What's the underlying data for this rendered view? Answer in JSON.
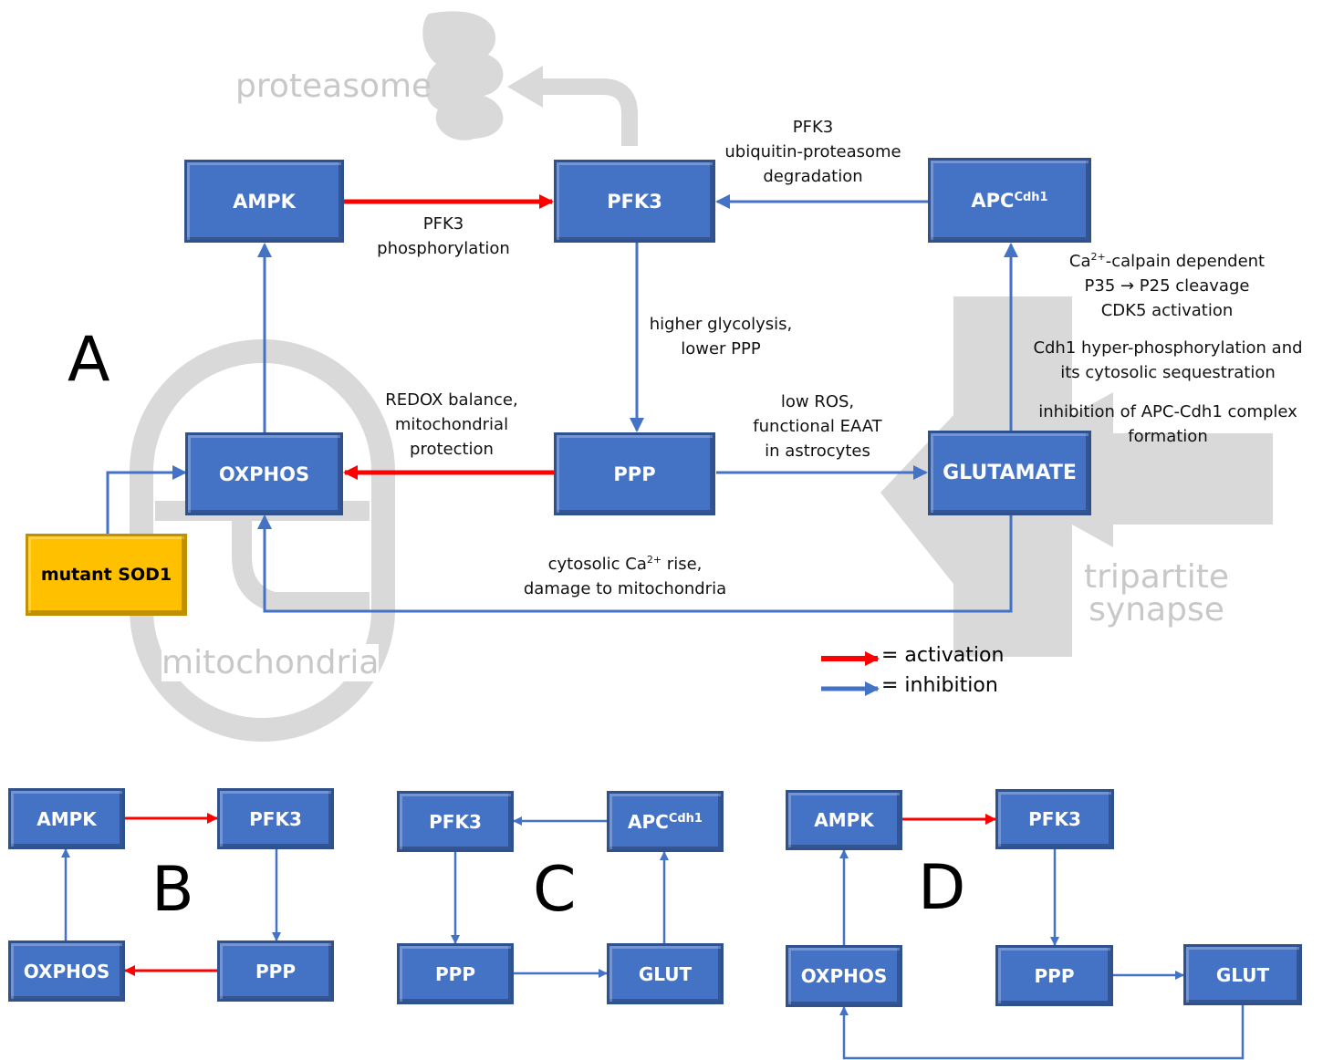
{
  "background_labels": {
    "proteasome": "proteasome",
    "mitochondria": "mitochondria",
    "tripartite_synapse": "tripartite\nsynapse"
  },
  "panel_a": {
    "letter": "A",
    "nodes": {
      "ampk": "AMPK",
      "pfk3": "PFK3",
      "apc": "APC",
      "apc_sup": "Cdh1",
      "oxphos": "OXPHOS",
      "ppp": "PPP",
      "glutamate": "GLUTAMATE",
      "mutant_sod1": "mutant SOD1"
    },
    "edge_labels": {
      "ampk_pfk3": "PFK3\nphosphorylation",
      "apc_pfk3": "PFK3\nubiquitin-proteasome\ndegradation",
      "pfk3_ppp": "higher glycolysis,\nlower PPP",
      "ppp_oxphos": "REDOX balance,\nmitochondrial\nprotection",
      "ppp_glutamate": "low ROS,\nfunctional EAAT\nin astrocytes",
      "glut_oxphos_1": "cytosolic Ca",
      "glut_oxphos_sup": "2+",
      "glut_oxphos_2": " rise,",
      "glut_oxphos_3": "damage to mitochondria",
      "calpain_1": "Ca",
      "calpain_sup": "2+",
      "calpain_2": "-calpain dependent",
      "calpain_3": "P35 → P25 cleavage",
      "calpain_4": "CDK5 activation",
      "cdh1_phospho": "Cdh1 hyper-phosphorylation and\nits cytosolic sequestration",
      "apc_inhibition": "inhibition of APC-Cdh1 complex\nformation"
    }
  },
  "legend": {
    "activation": "= activation",
    "inhibition": "= inhibition"
  },
  "panel_b": {
    "letter": "B",
    "nodes": {
      "ampk": "AMPK",
      "pfk3": "PFK3",
      "oxphos": "OXPHOS",
      "ppp": "PPP"
    }
  },
  "panel_c": {
    "letter": "C",
    "nodes": {
      "pfk3": "PFK3",
      "apc": "APC",
      "apc_sup": "Cdh1",
      "ppp": "PPP",
      "glut": "GLUT"
    }
  },
  "panel_d": {
    "letter": "D",
    "nodes": {
      "ampk": "AMPK",
      "pfk3": "PFK3",
      "oxphos": "OXPHOS",
      "ppp": "PPP",
      "glut": "GLUT"
    }
  },
  "colors": {
    "activation": "#ff0000",
    "inhibition": "#4472c4",
    "node_fill": "#4472c4",
    "sod_fill": "#ffc000",
    "ghost": "#d9d9d9"
  }
}
